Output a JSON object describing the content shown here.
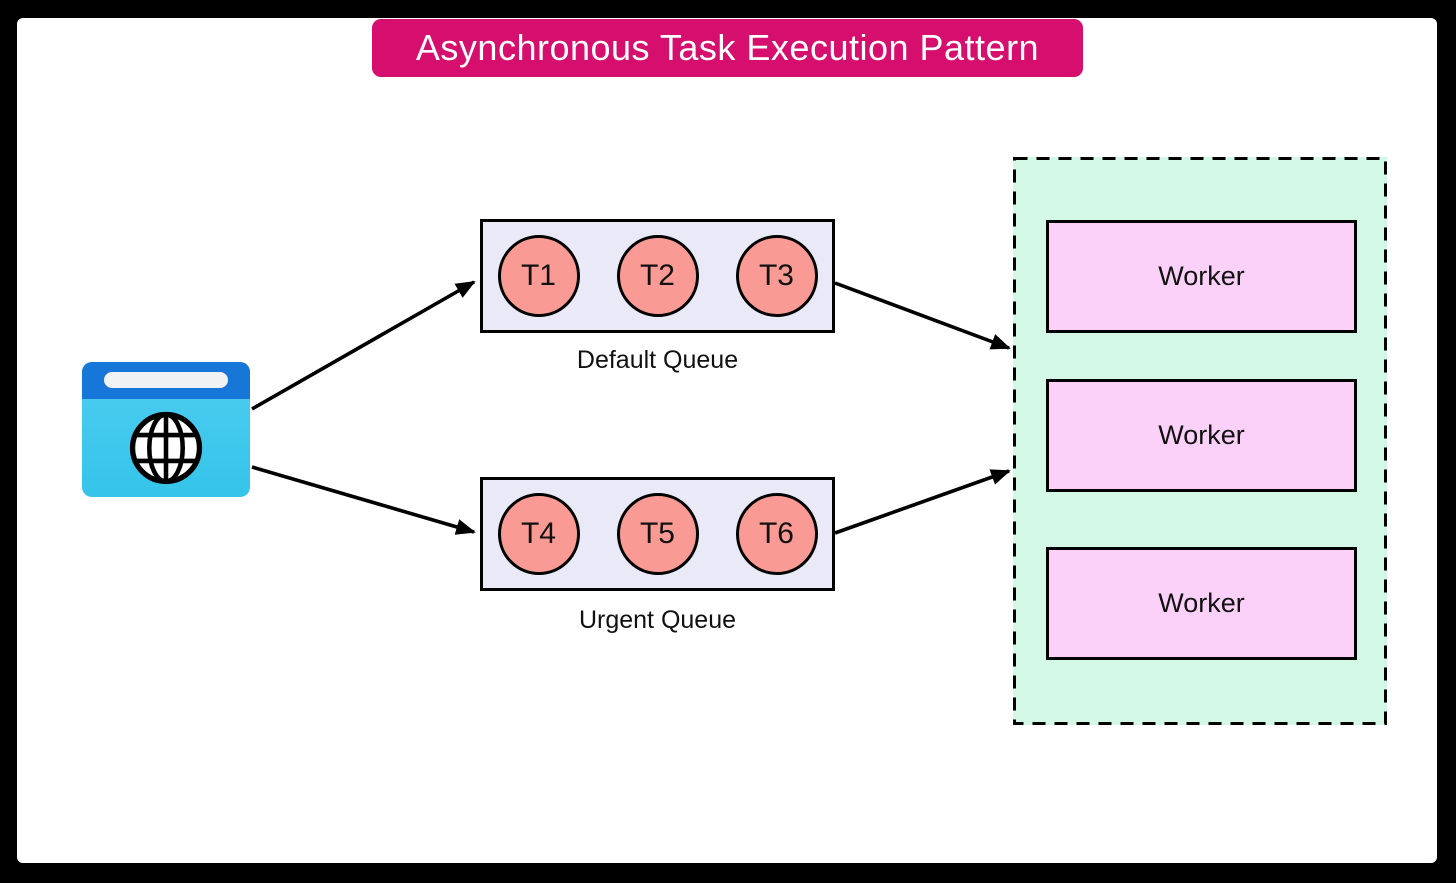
{
  "title": "Asynchronous Task Execution Pattern",
  "client": {
    "icon": "browser-globe-icon"
  },
  "queues": [
    {
      "label": "Default Queue",
      "tasks": [
        "T1",
        "T2",
        "T3"
      ]
    },
    {
      "label": "Urgent Queue",
      "tasks": [
        "T4",
        "T5",
        "T6"
      ]
    }
  ],
  "worker_pool": {
    "workers": [
      "Worker",
      "Worker",
      "Worker"
    ]
  },
  "colors": {
    "title_bg": "#d60e6e",
    "queue_fill": "#e9e9f8",
    "task_fill": "#f99b94",
    "pool_fill": "#d3f8e6",
    "worker_fill": "#fcd1f9",
    "browser_bar": "#1777d8",
    "browser_body": "#35c4ea",
    "outline": "#000000"
  }
}
